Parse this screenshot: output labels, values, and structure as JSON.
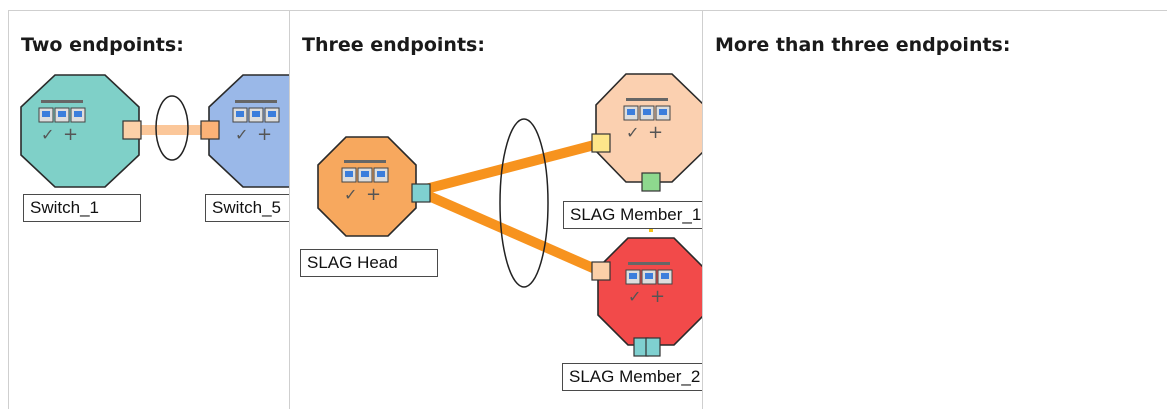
{
  "headings": {
    "two": "Two endpoints:",
    "three": "Three endpoints:",
    "more": "More than three endpoints:"
  },
  "nodes": {
    "switch1": {
      "label": "Switch_1",
      "color": "#7fd0c8"
    },
    "switch2": {
      "label": "Switch_5",
      "color": "#9ab8e8"
    },
    "slag_head": {
      "label": "SLAG Head",
      "color": "#f7a85e"
    },
    "slag_member1": {
      "label": "SLAG Member_1",
      "color": "#fbd0b0"
    },
    "slag_member2": {
      "label": "SLAG Member_2",
      "color": "#f24a4a"
    }
  },
  "colors": {
    "link": "#f7931e",
    "link_light": "#fbc79a",
    "port_orange": "#fbd0a8",
    "port_teal": "#7fd0d0",
    "port_yellow": "#fde68a",
    "port_green": "#8ed88e",
    "border": "#cfcfcf"
  }
}
